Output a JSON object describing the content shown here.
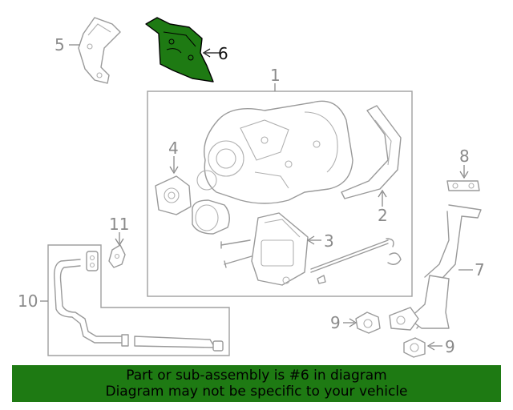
{
  "diagram": {
    "callouts": [
      "1",
      "2",
      "3",
      "4",
      "5",
      "6",
      "7",
      "8",
      "9",
      "9",
      "10",
      "11"
    ],
    "highlight_color": "#1e7a13",
    "line_color": "#9a9a9a"
  },
  "banner": {
    "line1": "Part or sub-assembly is #6 in diagram",
    "line2": "Diagram may not be specific to your vehicle",
    "background": "#1e7a13"
  }
}
